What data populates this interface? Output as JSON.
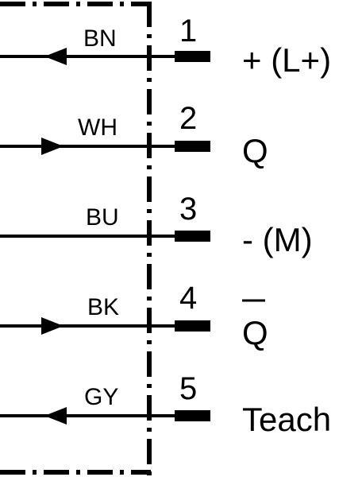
{
  "pins": [
    {
      "number": "1",
      "wire_code": "BN",
      "label": "+ (L+)",
      "arrow": "left",
      "overline": false
    },
    {
      "number": "2",
      "wire_code": "WH",
      "label": "Q",
      "arrow": "right",
      "overline": false
    },
    {
      "number": "3",
      "wire_code": "BU",
      "label": "- (M)",
      "arrow": "none",
      "overline": false
    },
    {
      "number": "4",
      "wire_code": "BK",
      "label": "Q",
      "arrow": "right",
      "overline": true
    },
    {
      "number": "5",
      "wire_code": "GY",
      "label": "Teach",
      "arrow": "left",
      "overline": false
    }
  ]
}
